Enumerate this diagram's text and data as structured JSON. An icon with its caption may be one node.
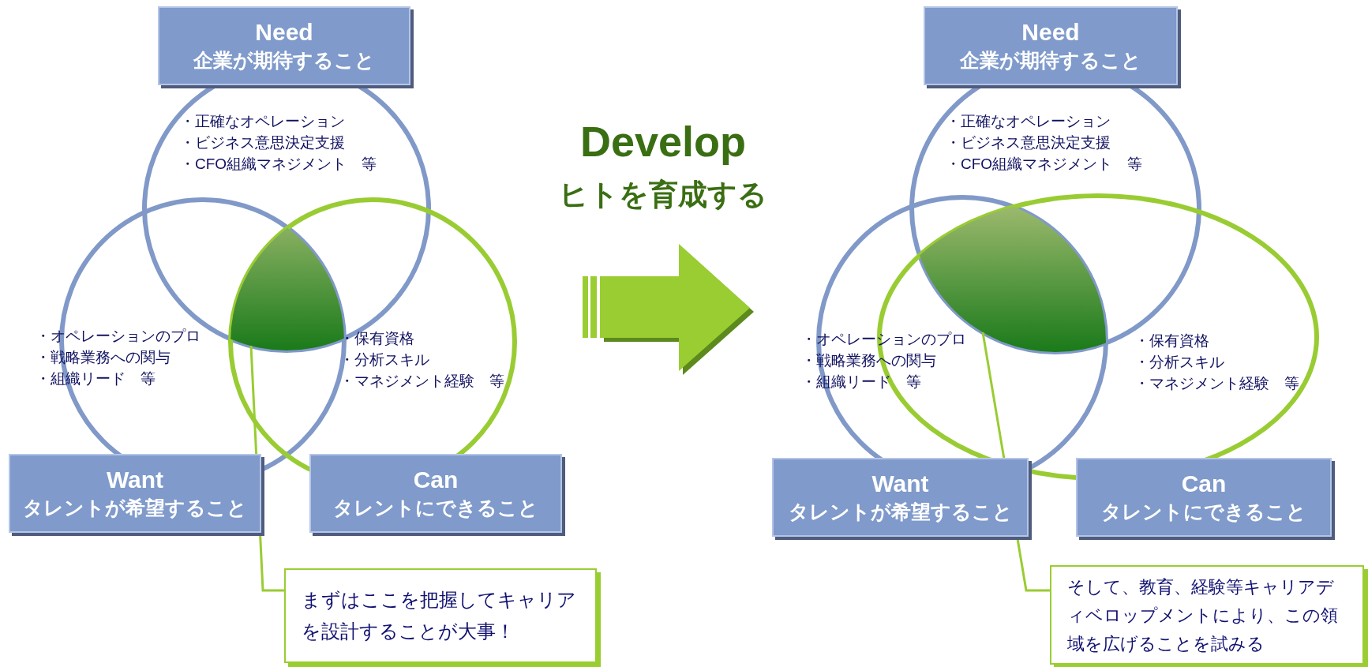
{
  "diagram": {
    "nodes": [
      {
        "text": [
          "Need",
          "企業が期待すること"
        ]
      },
      {
        "text": [
          "・正確なオペレーション",
          "・ビジネス意思決定支援",
          "・CFO組織マネジメント　等"
        ]
      },
      {
        "text": [
          "・オペレーションのプロ",
          "・戦略業務への関与",
          "・組織リード　等"
        ]
      },
      {
        "text": [
          "・保有資格",
          "・分析スキル",
          "・マネジメント経験　等"
        ]
      },
      {
        "text": [],
        "shape": "lens"
      },
      {
        "text": [
          "Want",
          "タレントが希望すること"
        ]
      },
      {
        "text": [
          "Can",
          "タレントにできること"
        ]
      },
      {
        "text": [
          "まずはここを把握してキャリアを設計することが大事！"
        ]
      },
      {
        "text": [
          "Need",
          "企業が期待すること"
        ]
      },
      {
        "text": [
          "・正確なオペレーション",
          "・ビジネス意思決定支援",
          "・CFO組織マネジメント　等"
        ]
      },
      {
        "text": [
          "・オペレーションのプロ",
          "・戦略業務への関与",
          "・組織リード　等"
        ]
      },
      {
        "text": [
          "・保有資格",
          "・分析スキル",
          "・マネジメント経験　等"
        ]
      },
      {
        "text": [],
        "shape": "lens"
      },
      {
        "text": [
          "Want",
          "タレントが希望すること"
        ]
      },
      {
        "text": [
          "Can",
          "タレントにできること"
        ]
      },
      {
        "text": [
          "そして、教育、経験等キャリアディベロップメントにより、この領域を広げることを試みる"
        ]
      }
    ],
    "edges": [
      {
        "from": 7,
        "to": 4,
        "arrow": "none"
      },
      {
        "from": 15,
        "to": 12,
        "arrow": "none"
      }
    ],
    "labels": [
      "Develop",
      "ヒトを育成する"
    ]
  }
}
